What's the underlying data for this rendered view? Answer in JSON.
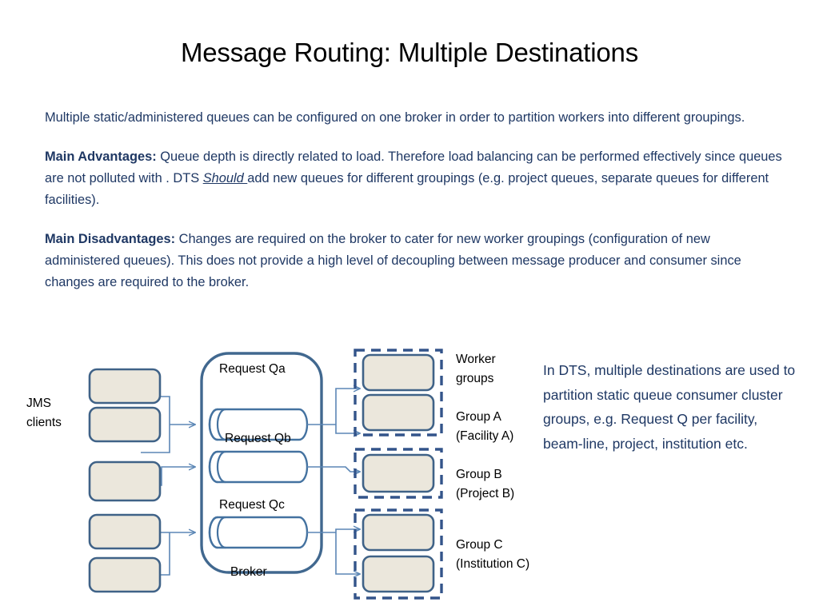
{
  "slide": {
    "title": "Message Routing: Multiple Destinations",
    "colors": {
      "title_text": "#000000",
      "body_text": "#1f3864",
      "box_fill": "#ebe7dc",
      "box_stroke": "#3f6287",
      "queue_stroke": "#4472a0",
      "broker_stroke": "#41688f",
      "group_dash_stroke": "#33548a",
      "connector_stroke": "#5b86b5",
      "background": "#ffffff"
    }
  },
  "body": {
    "paragraphs": [
      {
        "id": "intro",
        "lead": "",
        "text": "Multiple static/administered queues can be configured on one broker in order to partition workers into different groupings."
      },
      {
        "id": "advantages",
        "lead": "Main Advantages:",
        "text_before_em": " Queue depth is directly related to load. Therefore load balancing can be performed effectively since queues are not polluted with .  DTS ",
        "em": "Should ",
        "text_after_em": "add new queues for different groupings (e.g. project queues, separate queues for different facilities)."
      },
      {
        "id": "disadvantages",
        "lead": "Main Disadvantages:",
        "text": " Changes are required on the broker to cater for new worker groupings (configuration of new administered queues). This does not provide a high level of decoupling between message producer and consumer since changes are required to the broker."
      }
    ]
  },
  "diagram": {
    "labels": {
      "jms_clients": "JMS\nclients",
      "request_qa": "Request Qa",
      "request_qb": "Request Qb",
      "request_qc": "Request Qc",
      "broker": "Broker",
      "worker_groups": "Worker\ngroups",
      "group_a": "Group A\n(Facility A)",
      "group_b": "Group B\n(Project B)",
      "group_c": "Group C\n(Institution C)"
    },
    "clients": [
      {
        "id": "client-1",
        "group": "qa"
      },
      {
        "id": "client-2",
        "group": "qa"
      },
      {
        "id": "client-3",
        "group": "qb"
      },
      {
        "id": "client-4",
        "group": "qc"
      },
      {
        "id": "client-5",
        "group": "qc"
      }
    ],
    "queues": [
      {
        "id": "queue-qa",
        "label": "Request Qa",
        "workers": 2
      },
      {
        "id": "queue-qb",
        "label": "Request Qb",
        "workers": 1
      },
      {
        "id": "queue-qc",
        "label": "Request Qc",
        "workers": 2
      }
    ],
    "worker_groups": [
      {
        "id": "group-a",
        "label": "Group A",
        "sublabel": "(Facility A)",
        "workers": 2
      },
      {
        "id": "group-b",
        "label": "Group B",
        "sublabel": "(Project B)",
        "workers": 1
      },
      {
        "id": "group-c",
        "label": "Group C",
        "sublabel": "(Institution C)",
        "workers": 2
      }
    ]
  },
  "side_note": {
    "text": "In DTS, multiple destinations are used to partition static queue consumer cluster groups, e.g. Request Q per facility, beam-line, project, institution etc."
  }
}
